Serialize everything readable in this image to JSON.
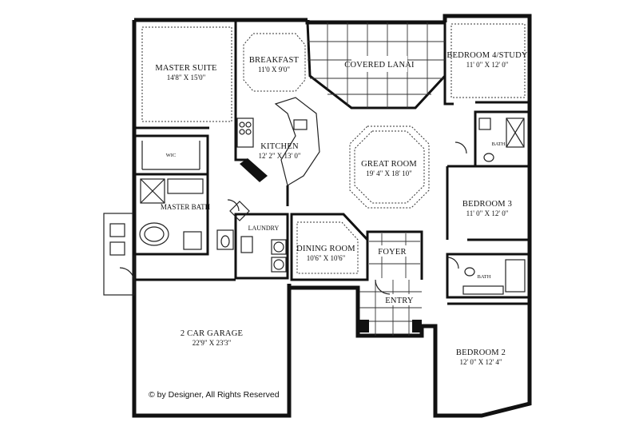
{
  "rooms": {
    "master_suite": {
      "name": "MASTER SUITE",
      "dims": "14'8\" X 15'0\""
    },
    "breakfast": {
      "name": "BREAKFAST",
      "dims": "11'0 X 9'0\""
    },
    "covered_lanai": {
      "name": "COVERED LANAI"
    },
    "bedroom4": {
      "name": "BEDROOM 4/STUDY",
      "dims": "11' 0\" X 12' 0\""
    },
    "kitchen": {
      "name": "KITCHEN",
      "dims": "12' 2\" X 13' 0\""
    },
    "great_room": {
      "name": "GREAT ROOM",
      "dims": "19' 4\" X 18' 10\""
    },
    "wic": {
      "name": "WIC"
    },
    "master_bath": {
      "name": "MASTER BATH"
    },
    "laundry": {
      "name": "LAUNDRY"
    },
    "bath_upper": {
      "name": "BATH"
    },
    "bedroom3": {
      "name": "BEDROOM 3",
      "dims": "11' 0\" X 12' 0\""
    },
    "dining_room": {
      "name": "DINING ROOM",
      "dims": "10'6\" X 10'6\""
    },
    "foyer": {
      "name": "FOYER"
    },
    "bath_lower": {
      "name": "BATH"
    },
    "entry": {
      "name": "ENTRY"
    },
    "garage": {
      "name": "2 CAR GARAGE",
      "dims": "22'9\" X 23'3\""
    },
    "bedroom2": {
      "name": "BEDROOM 2",
      "dims": "12' 0\" X 12' 4\""
    }
  },
  "copyright": "© by Designer, All Rights Reserved"
}
